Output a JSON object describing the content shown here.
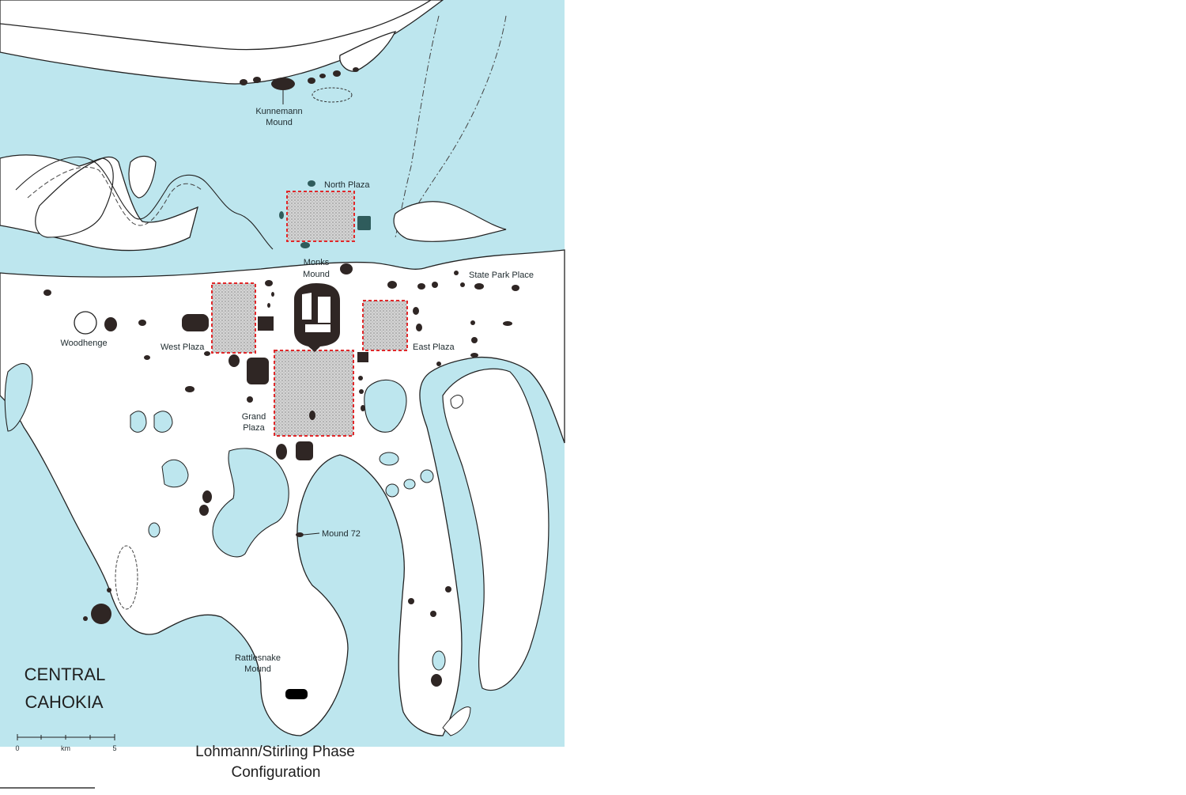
{
  "map": {
    "title_line1": "CENTRAL",
    "title_line2": "CAHOKIA",
    "caption_line1": "Lohmann/Stirling Phase",
    "caption_line2": "Configuration",
    "scale": {
      "start": "0",
      "unit": "km",
      "end": "5"
    },
    "labels": {
      "kunnemann_1": "Kunnemann",
      "kunnemann_2": "Mound",
      "north_plaza": "North Plaza",
      "monks_1": "Monks",
      "monks_2": "Mound",
      "state_park": "State Park Place",
      "woodhenge": "Woodhenge",
      "west_plaza": "West Plaza",
      "east_plaza": "East Plaza",
      "grand_1": "Grand",
      "grand_2": "Plaza",
      "mound72": "Mound 72",
      "rattlesnake_1": "Rattlesnake",
      "rattlesnake_2": "Mound"
    },
    "colors": {
      "water": "#bde6ee",
      "land": "#ffffff",
      "mound": "#2f2624",
      "plaza_border": "#e0282a",
      "plaza_fill": "#c9c9c9"
    }
  }
}
